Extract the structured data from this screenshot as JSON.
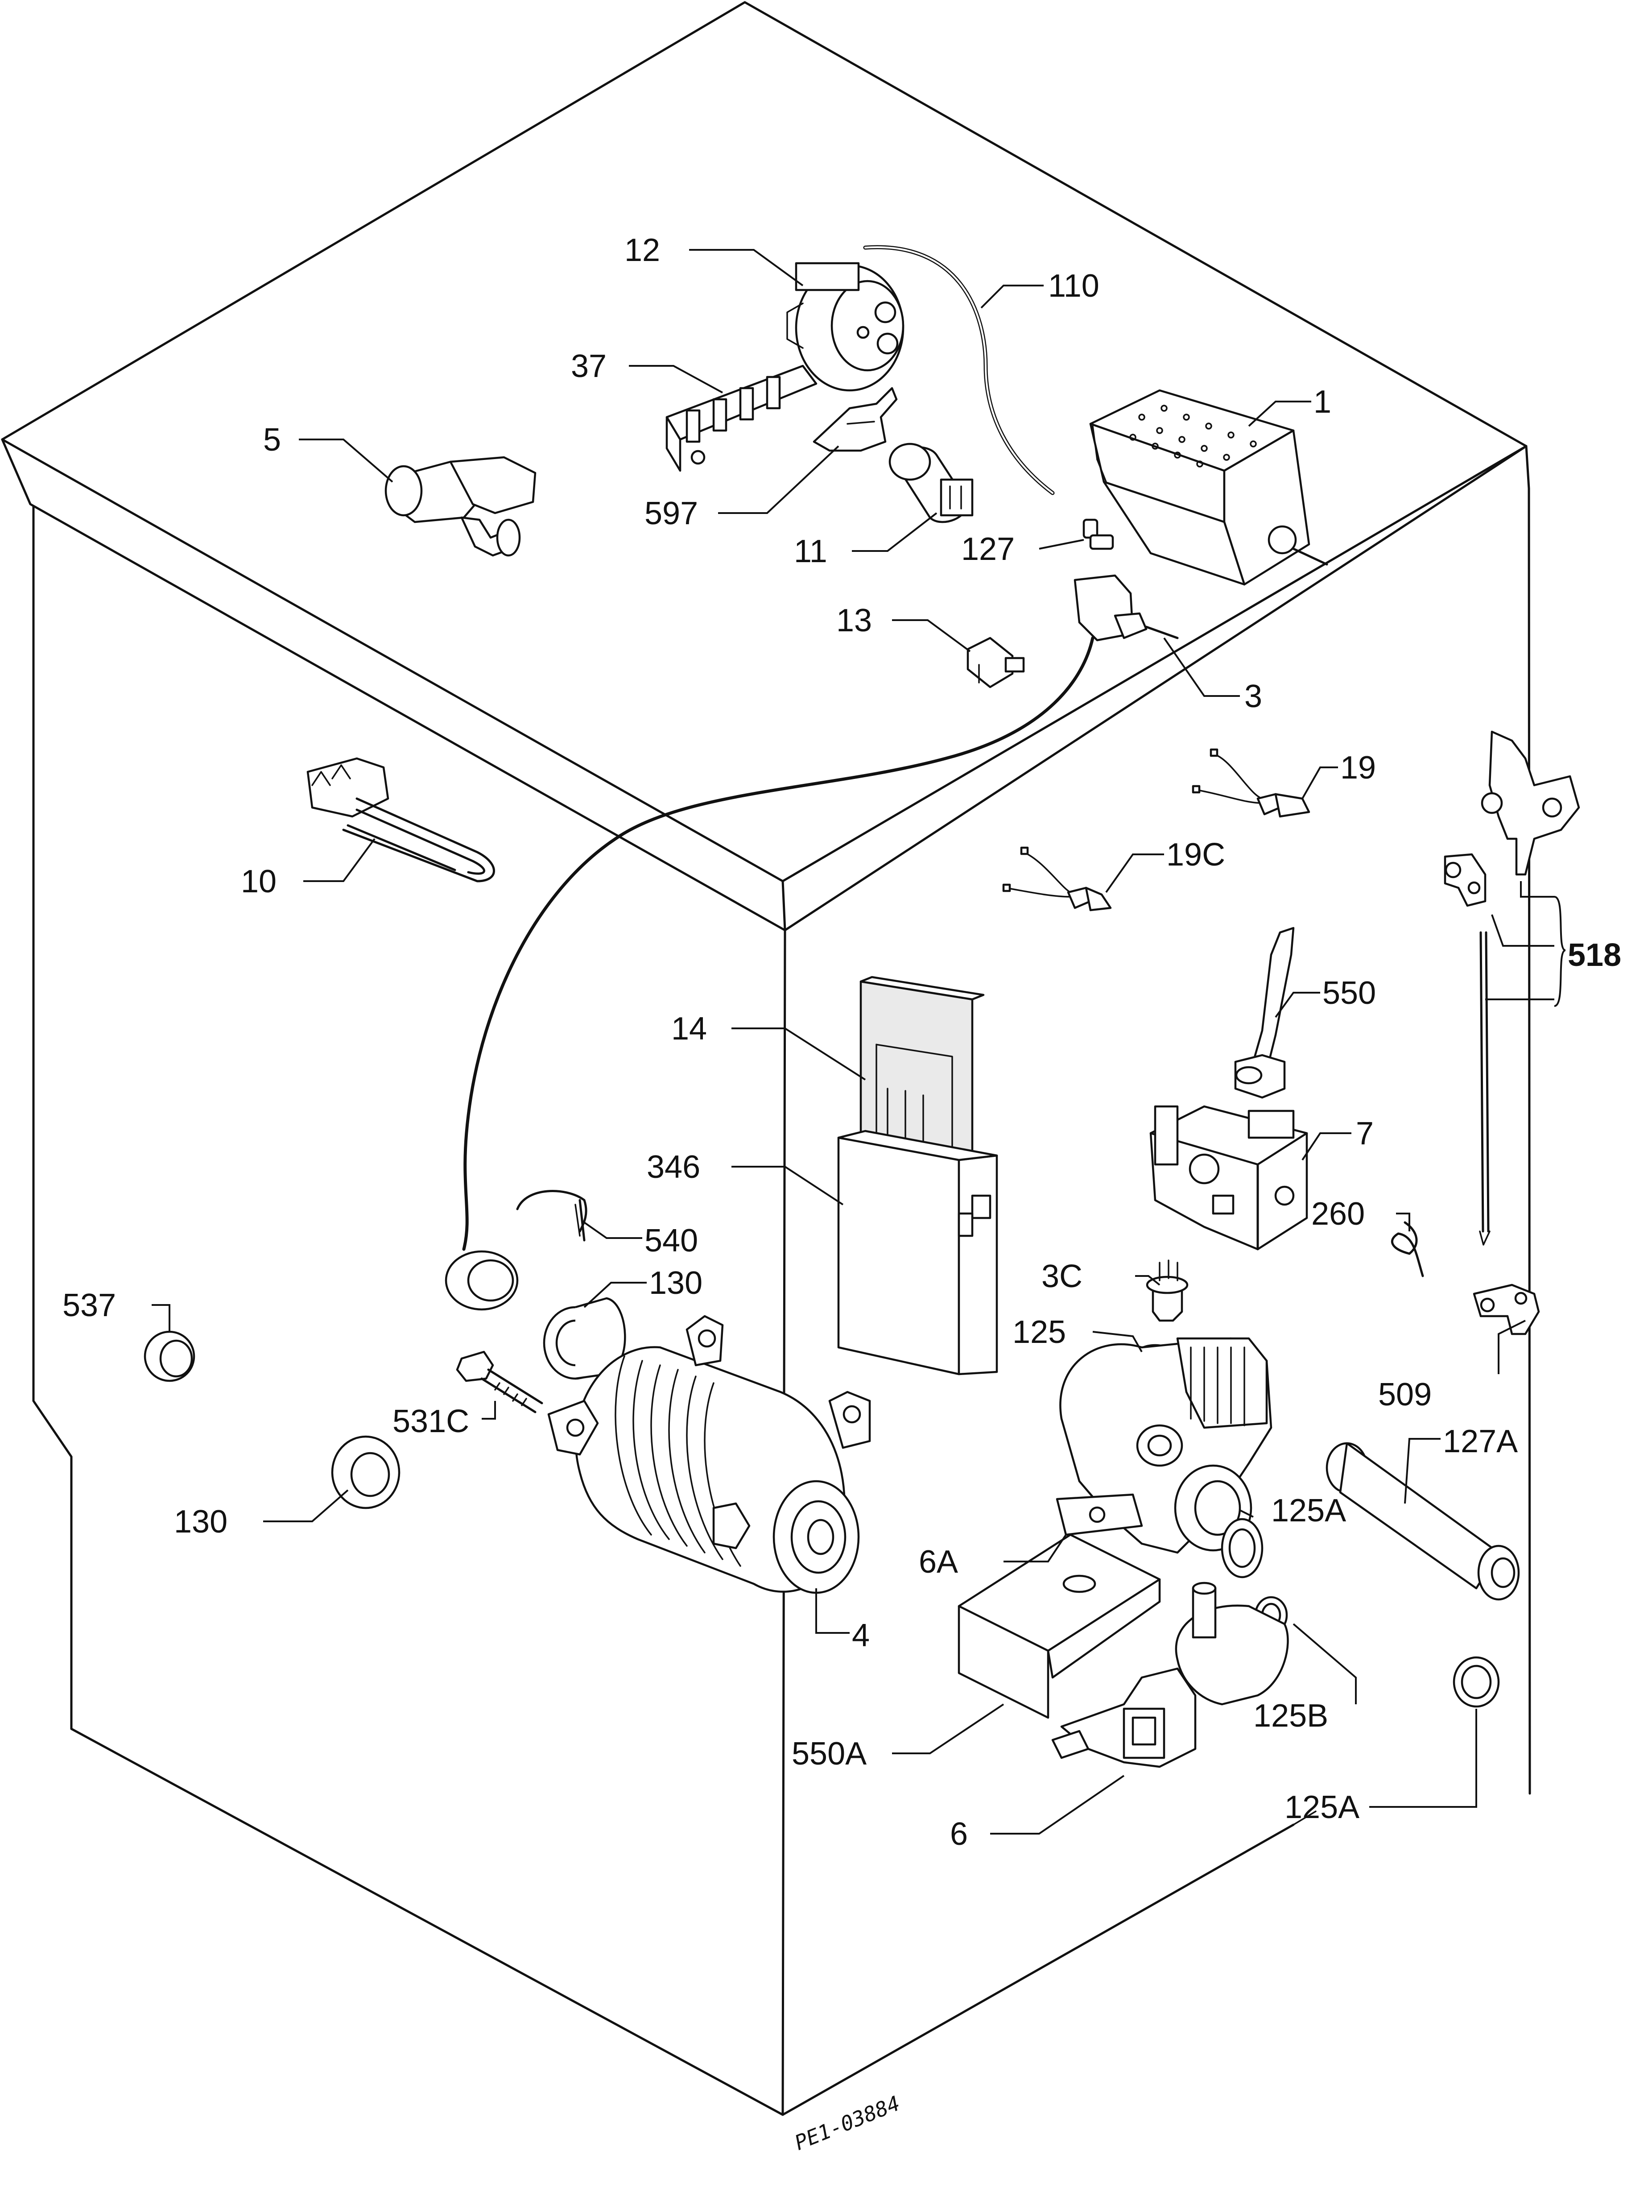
{
  "drawing_code": "PE1-03884",
  "labels": {
    "p1": "1",
    "p3": "3",
    "p3c": "3C",
    "p4": "4",
    "p5": "5",
    "p6": "6",
    "p6a": "6A",
    "p7": "7",
    "p10": "10",
    "p11": "11",
    "p12": "12",
    "p13": "13",
    "p14": "14",
    "p19": "19",
    "p19c": "19C",
    "p37": "37",
    "p110": "110",
    "p125": "125",
    "p125a_top": "125A",
    "p125a_bottom": "125A",
    "p125b": "125B",
    "p127": "127",
    "p127a": "127A",
    "p130_left": "130",
    "p130_top": "130",
    "p260": "260",
    "p346": "346",
    "p509": "509",
    "p518": "518",
    "p531c": "531C",
    "p537": "537",
    "p540": "540",
    "p550": "550",
    "p550a": "550A",
    "p597": "597"
  }
}
